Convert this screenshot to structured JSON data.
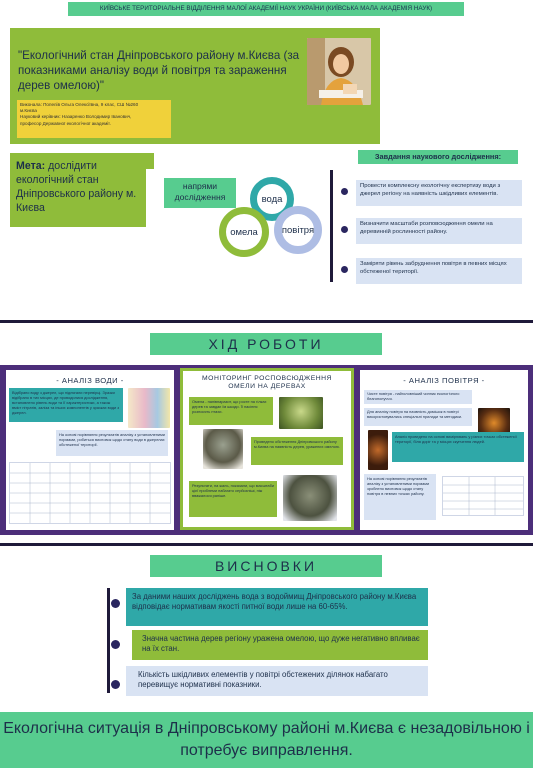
{
  "header": {
    "org_banner": "КИЇВСЬКЕ ТЕРИТОРІАЛЬНЕ ВІДДІЛЕННЯ МАЛОЇ АКАДЕМІЇ НАУК УКРАЇНИ (КИЇВСЬКА МАЛА АКАДЕМІЯ НАУК)",
    "title": "\"Екологічний стан Дніпровського району м.Києва (за показниками аналізу води й повітря та зараження дерев омелою)\"",
    "author_lines": [
      "Виконала: Попелів Ольга Олексіївна, 9 клас, СШ №260",
      "м.Києва",
      "Науковий керівник: Назаренко Володимир Іванович,",
      "професор Державної екологічної академії."
    ]
  },
  "goal": {
    "label": "Мета:",
    "text": " дослідити екологічний стан Дніпровського району м. Києва"
  },
  "directions": {
    "label": "напрями дослідження",
    "circles": [
      "вода",
      "омела",
      "повітря"
    ]
  },
  "tasks": {
    "title": "Завдання наукового дослідження:",
    "items": [
      "Провести комплексну екологічну експертизу води з джерел регіону на наявність шкідливих елементів.",
      "Визначити масштаби розповсюдження омели на деревинній рослинності району.",
      "Заміряти рівень забруднення повітря в певних місцях обстеженої території."
    ]
  },
  "progress": {
    "title": "ХІД РОБОТИ",
    "water": {
      "title": "- АНАЛІЗ ВОДИ -",
      "box1": "Відібрано воду з джерел, що підлягали перевірці. Зразки відібрано в тих місцях, де проводилися дослідження, встановлено рівень води та її характеристики, а також вміст нітратів, заліза та інших компонентів у зразках води з джерел.",
      "box2": "На основі порівняння результатів аналізу з установленими нормами, робиться висновок щодо стану води в джерелах обстеженої території."
    },
    "mistletoe": {
      "title": "МОНІТОРИНГ РОСПОВСЮДЖЕННЯ ОМЕЛИ НА ДЕРЕВАХ",
      "box1": "Омела - напівпаразит, що росте на гілках дерев та завдає їм шкоди. Її насіння розносять птахи.",
      "box2": "Проведено обстеження Дніпровського району м.Києва на наявність дерев, уражених омелою.",
      "box3": "Результати, на жаль, показали, що масштаби цієї проблеми набагато серйозніші, ніж вважалося раніше."
    },
    "air": {
      "title": "- АНАЛІЗ ПОВІТРЯ -",
      "box1": "Чисте повітря - найголовніший чинник екологічного благополуччя.",
      "box2": "Для аналізу повітря на наявність домішок в повітрі використовувались спеціальні прилади та методики.",
      "box3": "Аналіз проведено на основі вимірювань у різних точках обстеженої території, біля доріг та у місцях скупчення людей.",
      "box4": "На основі порівняння результатів аналізу з установленими нормами зроблено висновок щодо стану повітря в певних точках району."
    }
  },
  "conclusions": {
    "title": "ВИСНОВКИ",
    "items": [
      "За даними наших досліджень вода з водоймищ Дніпровського району м.Києва відповідає нормативам якості питної води лише на 60-65%.",
      "Значна частина дерев регіону уражена омелою, що дуже негативно впливає на їх стан.",
      "Кількість шкідливих елементів у повітрі обстежених ділянок набагато перевищує нормативні показники."
    ]
  },
  "footer": {
    "statement": "Екологічна ситуація в Дніпровському районі м.Києва є незадовільною і потребує виправлення."
  },
  "colors": {
    "mint": "#57cc8f",
    "olive_green": "#8fbc3a",
    "teal": "#2fa8a8",
    "light_blue": "#d9e3f3",
    "navy": "#1f1a3a",
    "yellow": "#f0d13a"
  }
}
